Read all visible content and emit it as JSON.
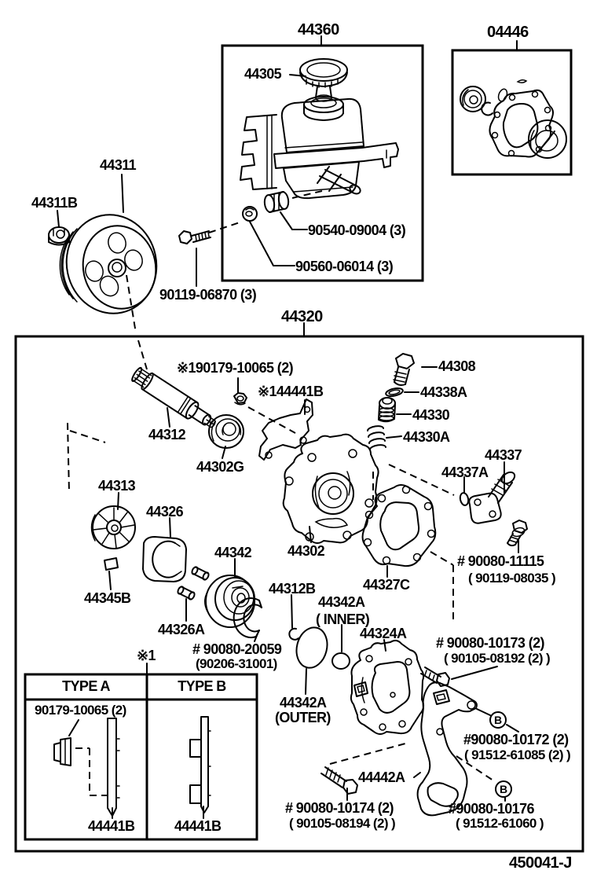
{
  "page": {
    "footer_code": "450041-J"
  },
  "reservoir_assembly": {
    "box_label": "44360",
    "cap": "44305",
    "grommet_collar": "90540-09004 (3)",
    "grommet": "90560-06014 (3)",
    "bolt": "90119-06870 (3)"
  },
  "seal_kit": {
    "box_label": "04446"
  },
  "pulley": {
    "part": "44311",
    "nut": "44311B"
  },
  "pump_assembly": {
    "box_label": "44320",
    "shaft": "44312",
    "shaft_nut": "※190179-10065 (2)",
    "bracket": "※144441B",
    "bearing": "44302G",
    "rotor": "44313",
    "key": "44345B",
    "side_plate": "44326",
    "pin": "44326A",
    "cam_ring": "44342",
    "snap_ring": "44312B",
    "front_housing": "44302",
    "gasket": "44327C",
    "union": "44308",
    "union_oring": "44338A",
    "flow_control_valve": "44330",
    "spring": "44330A",
    "fitting": "44337",
    "fitting_oring": "44337A",
    "bolt_11115": "# 90080-11115",
    "bolt_11115_alt": "( 90119-08035 )",
    "oring_inner_label": "44342A",
    "oring_inner_note": "( INNER)",
    "oring_outer_label": "44342A",
    "oring_outer_note": "(OUTER)",
    "rear_cover": "44324A",
    "retainer_bolt": "# 90080-20059",
    "retainer_bolt_alt": "(90206-31001)",
    "bolt_10173": "# 90080-10173 (2)",
    "bolt_10173_alt": "( 90105-08192 (2) )",
    "bolt_10172": "#90080-10172 (2)",
    "bolt_10172_alt": "( 91512-61085 (2) )",
    "stud": "44442A",
    "bolt_10174": "# 90080-10174 (2)",
    "bolt_10174_alt": "( 90105-08194 (2) )",
    "bolt_10176": "#90080-10176",
    "bolt_10176_alt": "( 91512-61060 )",
    "b_marker": "B"
  },
  "type_table": {
    "footnote": "※1",
    "header_a": "TYPE A",
    "header_b": "TYPE B",
    "nut": "90179-10065 (2)",
    "plate_a": "44441B",
    "plate_b": "44441B"
  }
}
